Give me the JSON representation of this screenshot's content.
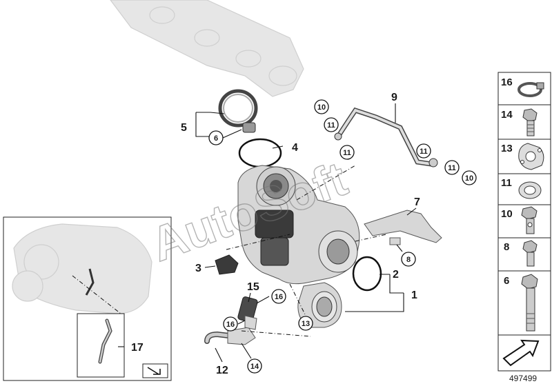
{
  "diagram_id": "497499",
  "watermark": "AutoSoft",
  "callouts": {
    "c1": "1",
    "c2": "2",
    "c3": "3",
    "c4": "4",
    "c5": "5",
    "c7": "7",
    "c9": "9",
    "c12": "12",
    "c15": "15",
    "c17": "17",
    "circ6": "6",
    "circ8": "8",
    "circ10a": "10",
    "circ10b": "10",
    "circ11a": "11",
    "circ11b": "11",
    "circ11c": "11",
    "circ11d": "11",
    "circ13": "13",
    "circ14": "14",
    "circ16a": "16",
    "circ16b": "16"
  },
  "legend": [
    {
      "number": "16",
      "icon": "hose-clamp-icon"
    },
    {
      "number": "14",
      "icon": "hex-bolt-short-icon"
    },
    {
      "number": "13",
      "icon": "flange-gasket-icon"
    },
    {
      "number": "11",
      "icon": "sealing-ring-icon"
    },
    {
      "number": "10",
      "icon": "banjo-bolt-icon"
    },
    {
      "number": "8",
      "icon": "hex-bolt-small-icon"
    },
    {
      "number": "6",
      "icon": "hex-bolt-long-icon"
    },
    {
      "number": "",
      "icon": "view-direction-arrow-icon"
    }
  ]
}
